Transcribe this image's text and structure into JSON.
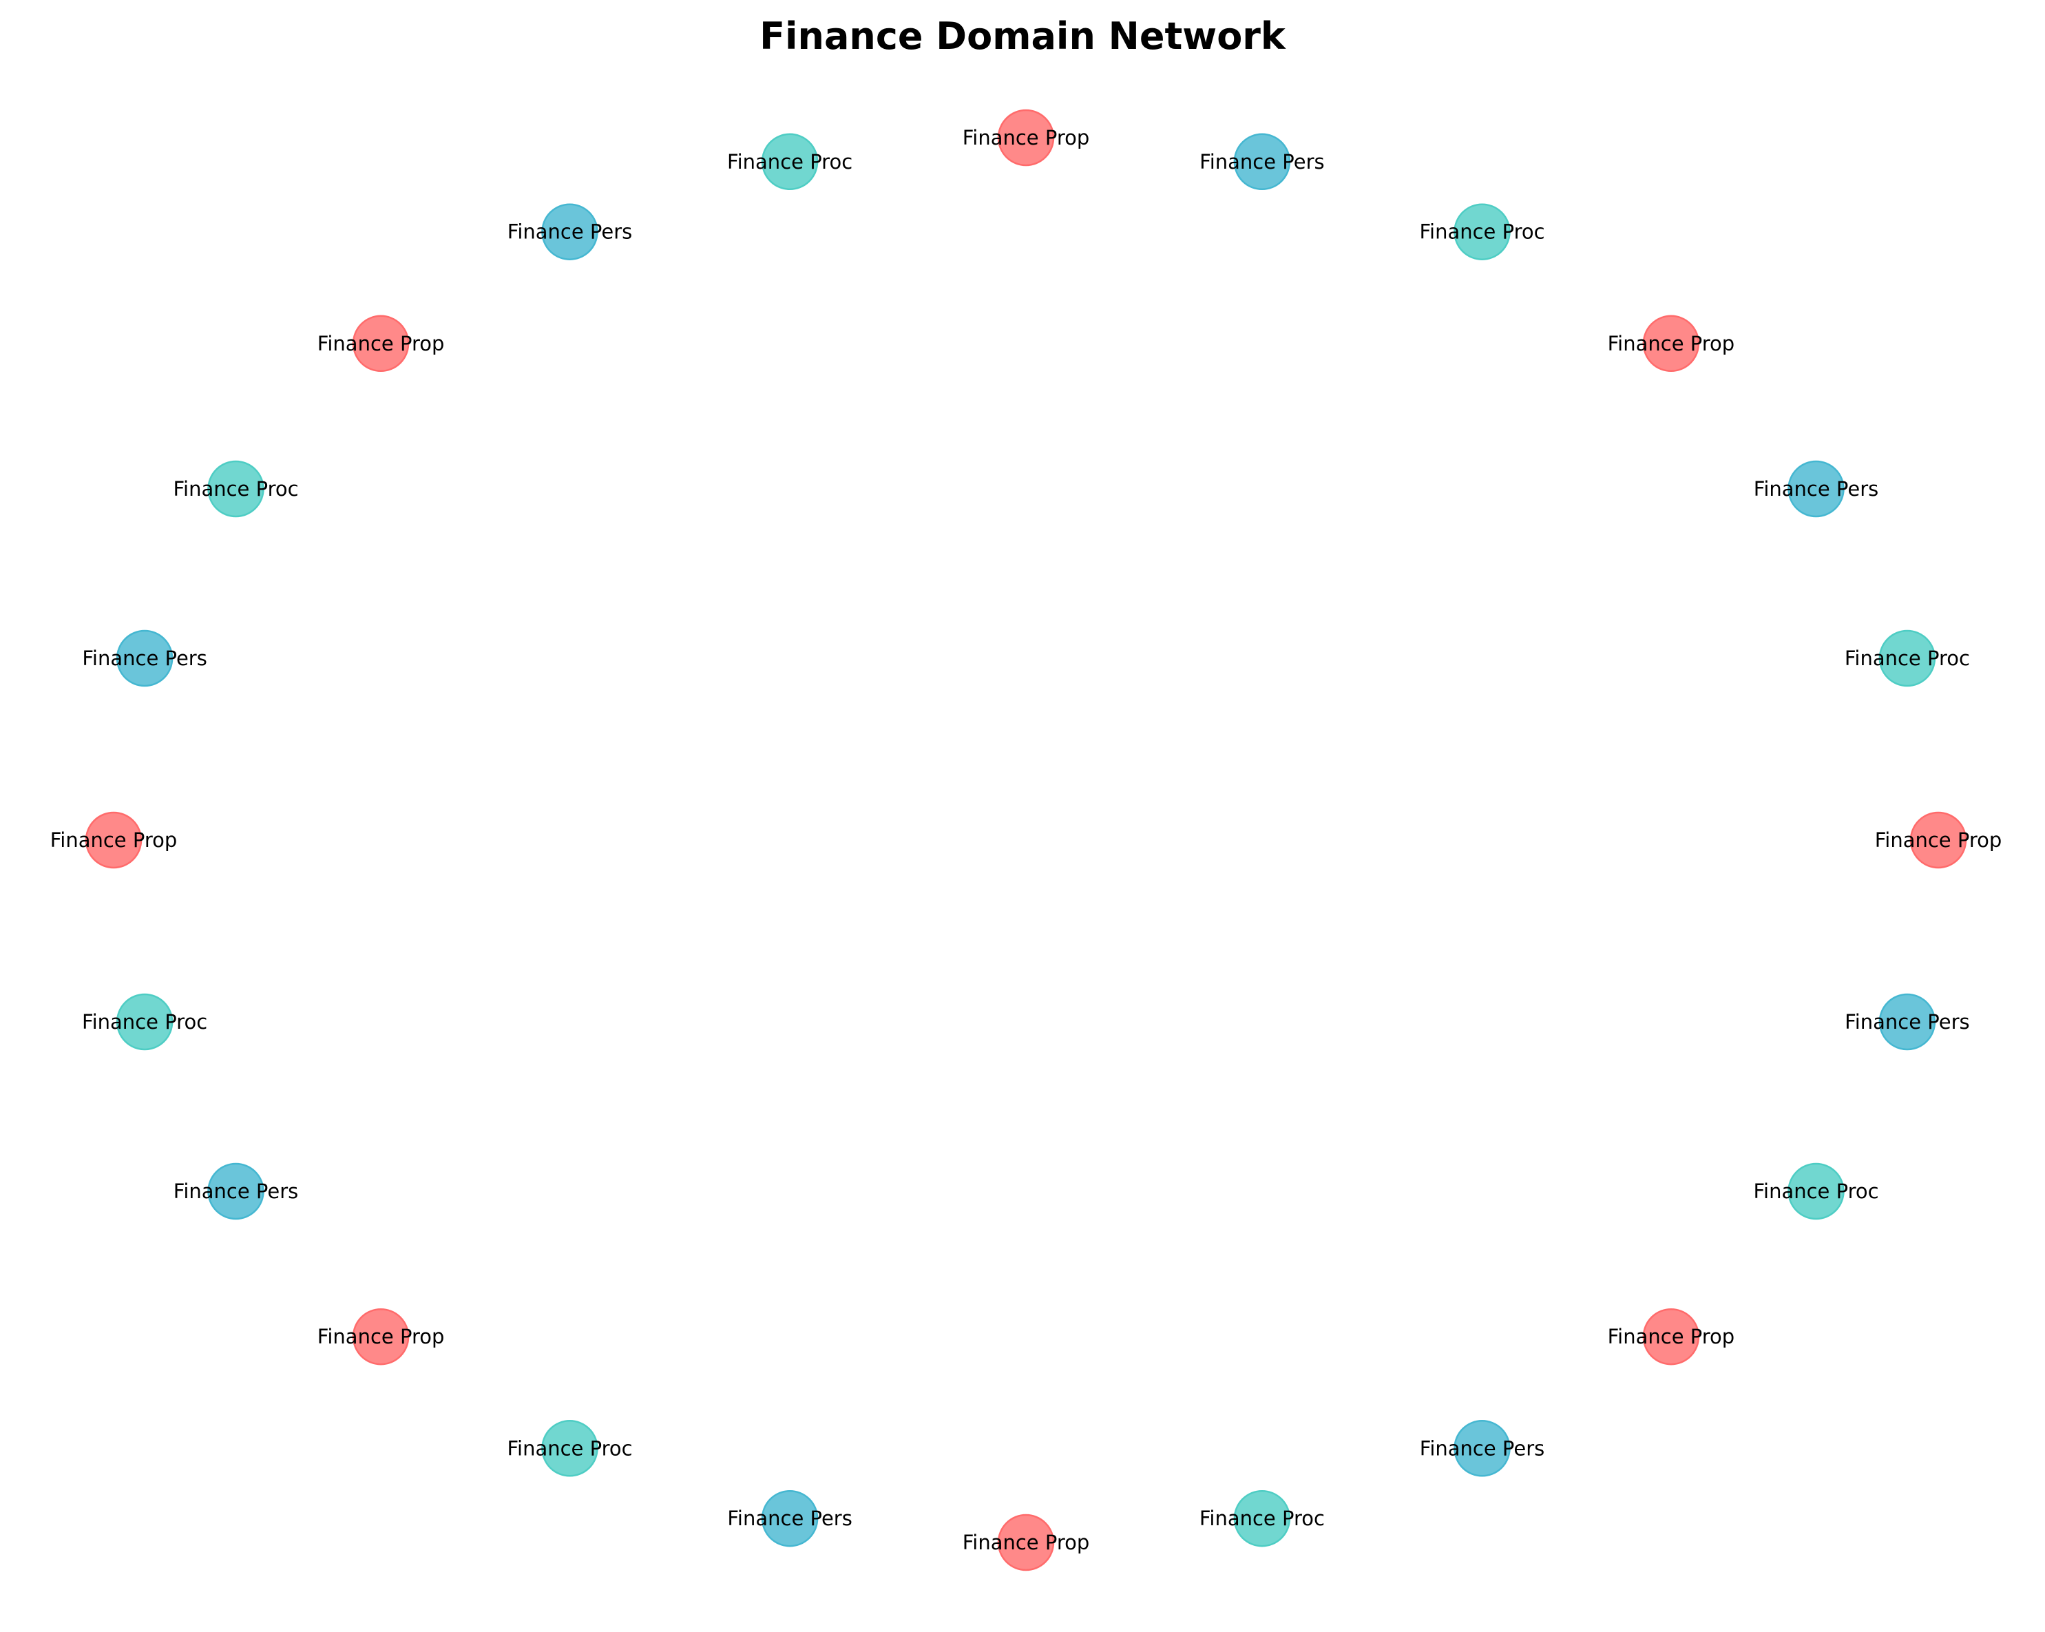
{
  "title": "Finance Domain Network",
  "colors": {
    "Finance Prop": "#FF6B6B",
    "Finance Pers": "#45B7D1",
    "Finance Proc": "#4ECDC4"
  },
  "nodes": [
    {
      "label": "Finance Prop"
    },
    {
      "label": "Finance Pers"
    },
    {
      "label": "Finance Proc"
    },
    {
      "label": "Finance Prop"
    },
    {
      "label": "Finance Pers"
    },
    {
      "label": "Finance Proc"
    },
    {
      "label": "Finance Prop"
    },
    {
      "label": "Finance Pers"
    },
    {
      "label": "Finance Proc"
    },
    {
      "label": "Finance Prop"
    },
    {
      "label": "Finance Pers"
    },
    {
      "label": "Finance Proc"
    },
    {
      "label": "Finance Prop"
    },
    {
      "label": "Finance Pers"
    },
    {
      "label": "Finance Proc"
    },
    {
      "label": "Finance Prop"
    },
    {
      "label": "Finance Pers"
    },
    {
      "label": "Finance Proc"
    },
    {
      "label": "Finance Prop"
    },
    {
      "label": "Finance Pers"
    },
    {
      "label": "Finance Proc"
    },
    {
      "label": "Finance Prop"
    },
    {
      "label": "Finance Pers"
    },
    {
      "label": "Finance Proc"
    }
  ]
}
